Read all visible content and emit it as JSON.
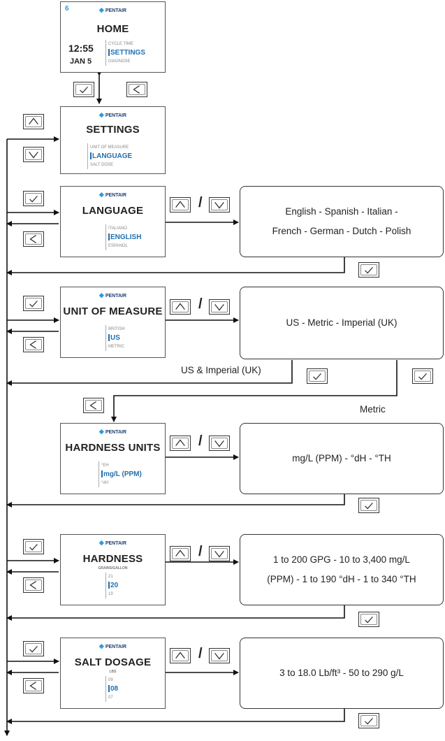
{
  "brand": "PENTAIR",
  "home": {
    "title": "HOME",
    "number": "6",
    "time": "12:55",
    "date": "JAN 5",
    "options": [
      "CYCLE TIME",
      "SETTINGS",
      "DIAGNOSE"
    ]
  },
  "settings": {
    "title": "SETTINGS",
    "options": [
      "UNIT OF MEASURE",
      "LANGUAGE",
      "SALT DOSE"
    ]
  },
  "language": {
    "title": "LANGUAGE",
    "options": [
      "ITALIANO",
      "ENGLISH",
      "ESPANOL"
    ],
    "box": [
      "English - Spanish - Italian -",
      "French - German - Dutch - Polish"
    ]
  },
  "unit": {
    "title": "UNIT OF MEASURE",
    "options": [
      "BRITISH",
      "US",
      "METRIC"
    ],
    "box": [
      "US - Metric - Imperial (UK)"
    ],
    "branch_left": "US & Imperial (UK)",
    "branch_right": "Metric"
  },
  "hardness_units": {
    "title": "HARDNESS UNITS",
    "options": [
      "°EH",
      "mg/L (PPM)",
      "°dH"
    ],
    "box": [
      "mg/L (PPM) - °dH - °TH"
    ]
  },
  "hardness": {
    "title": "HARDNESS",
    "subtitle": "GRAINS/GALLON",
    "options": [
      "21",
      "20",
      "19"
    ],
    "box": [
      "1 to 200 GPG - 10 to 3,400 mg/L",
      "(PPM) - 1 to 190 °dH - 1 to 340 °TH"
    ]
  },
  "salt": {
    "title": "SALT DOSAGE",
    "subtitle": "LBS",
    "options": [
      "09",
      "08",
      "07"
    ],
    "box": [
      "3 to 18.0 Lb/ft³ - 50 to 290 g/L"
    ]
  },
  "separator": "/",
  "icons": {
    "check": "check-icon",
    "back": "back-icon",
    "up": "up-arrow-icon",
    "down": "down-arrow-icon"
  }
}
